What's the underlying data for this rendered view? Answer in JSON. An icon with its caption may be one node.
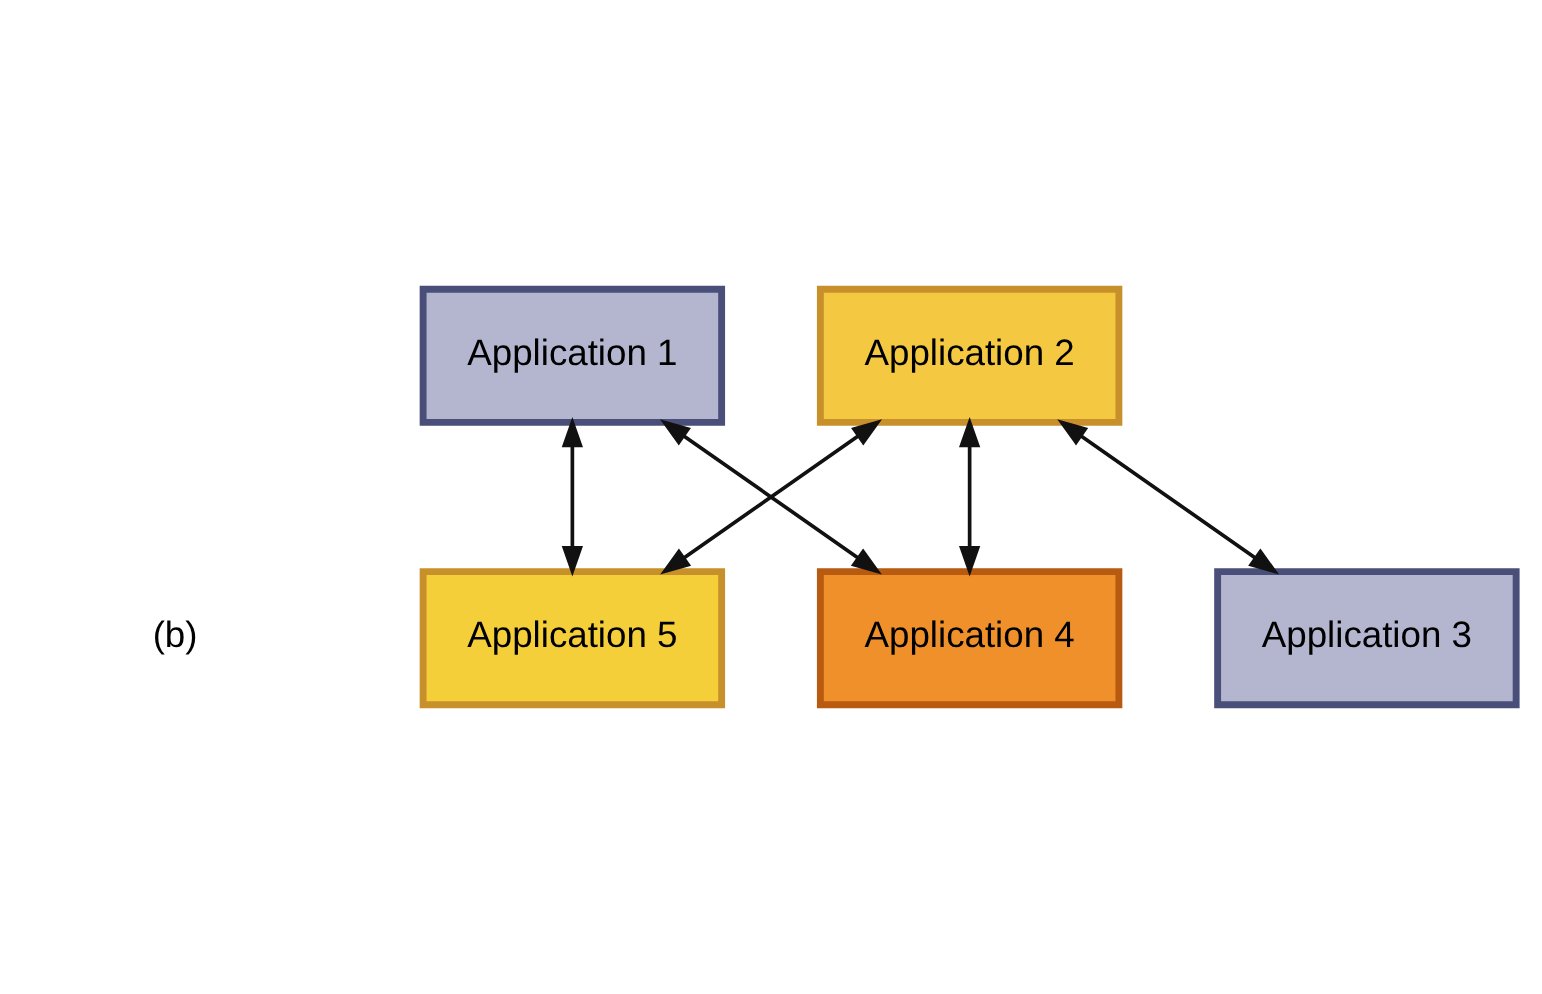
{
  "diagram": {
    "nodes": [
      {
        "text": [
          "Application 1"
        ]
      },
      {
        "text": [
          "Application 2"
        ]
      },
      {
        "text": [
          "Application 3"
        ]
      },
      {
        "text": [
          "Application 5"
        ]
      },
      {
        "text": [
          "Application 4"
        ]
      }
    ],
    "edges": [
      {
        "from": 0,
        "to": 3,
        "arrow": "both"
      },
      {
        "from": 0,
        "to": 4,
        "arrow": "both"
      },
      {
        "from": 1,
        "to": 3,
        "arrow": "both"
      },
      {
        "from": 1,
        "to": 4,
        "arrow": "both"
      },
      {
        "from": 1,
        "to": 2,
        "arrow": "both"
      }
    ],
    "labels": [
      "(b)"
    ]
  }
}
